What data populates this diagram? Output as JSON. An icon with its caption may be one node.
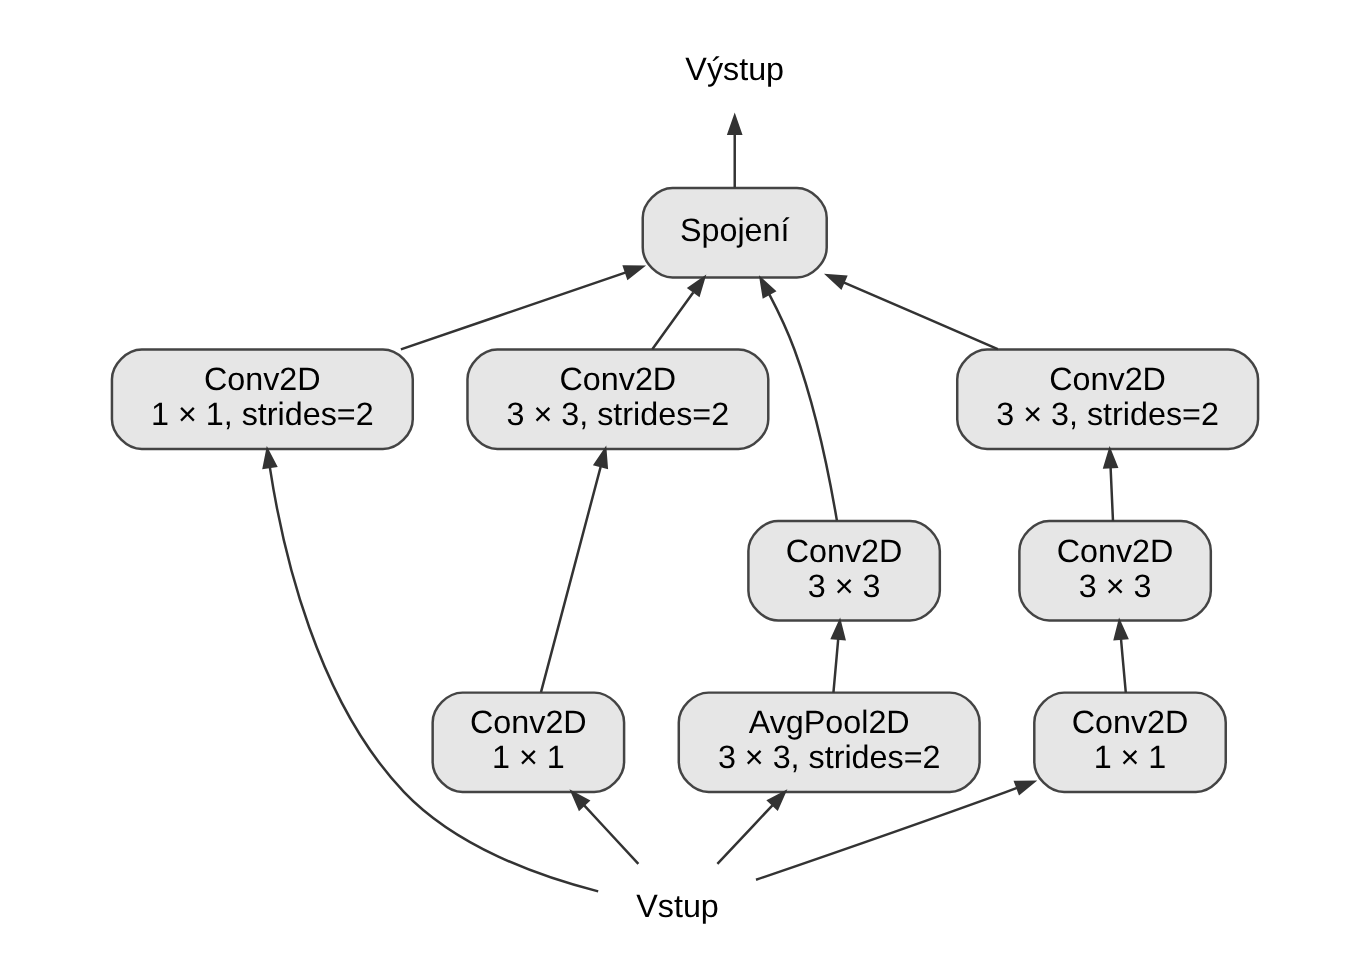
{
  "diagram": {
    "nodes": [
      {
        "text": [
          "Výstup"
        ]
      },
      {
        "text": [
          "Spojení"
        ]
      },
      {
        "text": [
          "Conv2D",
          "3 × 3, strides=2"
        ]
      },
      {
        "text": [
          "Conv2D",
          "3 × 3, strides=2"
        ]
      },
      {
        "text": [
          "Conv2D",
          "3 × 3"
        ]
      },
      {
        "text": [
          "Conv2D",
          "3 × 3"
        ]
      },
      {
        "text": [
          "Conv2D",
          "1 × 1, strides=2"
        ]
      },
      {
        "text": [
          "Conv2D",
          "1 × 1"
        ]
      },
      {
        "text": [
          "AvgPool2D",
          "3 × 3, strides=2"
        ]
      },
      {
        "text": [
          "Conv2D",
          "1 × 1"
        ]
      },
      {
        "text": [
          "Vstup"
        ]
      }
    ],
    "edges": [
      {
        "from": 10,
        "to": 6,
        "arrow": "to"
      },
      {
        "from": 10,
        "to": 7,
        "arrow": "to"
      },
      {
        "from": 10,
        "to": 8,
        "arrow": "to"
      },
      {
        "from": 10,
        "to": 9,
        "arrow": "to"
      },
      {
        "from": 6,
        "to": 1,
        "arrow": "to"
      },
      {
        "from": 7,
        "to": 3,
        "arrow": "to"
      },
      {
        "from": 3,
        "to": 1,
        "arrow": "to"
      },
      {
        "from": 8,
        "to": 4,
        "arrow": "to"
      },
      {
        "from": 4,
        "to": 1,
        "arrow": "to"
      },
      {
        "from": 9,
        "to": 5,
        "arrow": "to"
      },
      {
        "from": 5,
        "to": 2,
        "arrow": "to"
      },
      {
        "from": 2,
        "to": 1,
        "arrow": "to"
      },
      {
        "from": 1,
        "to": 0,
        "arrow": "to"
      }
    ]
  }
}
